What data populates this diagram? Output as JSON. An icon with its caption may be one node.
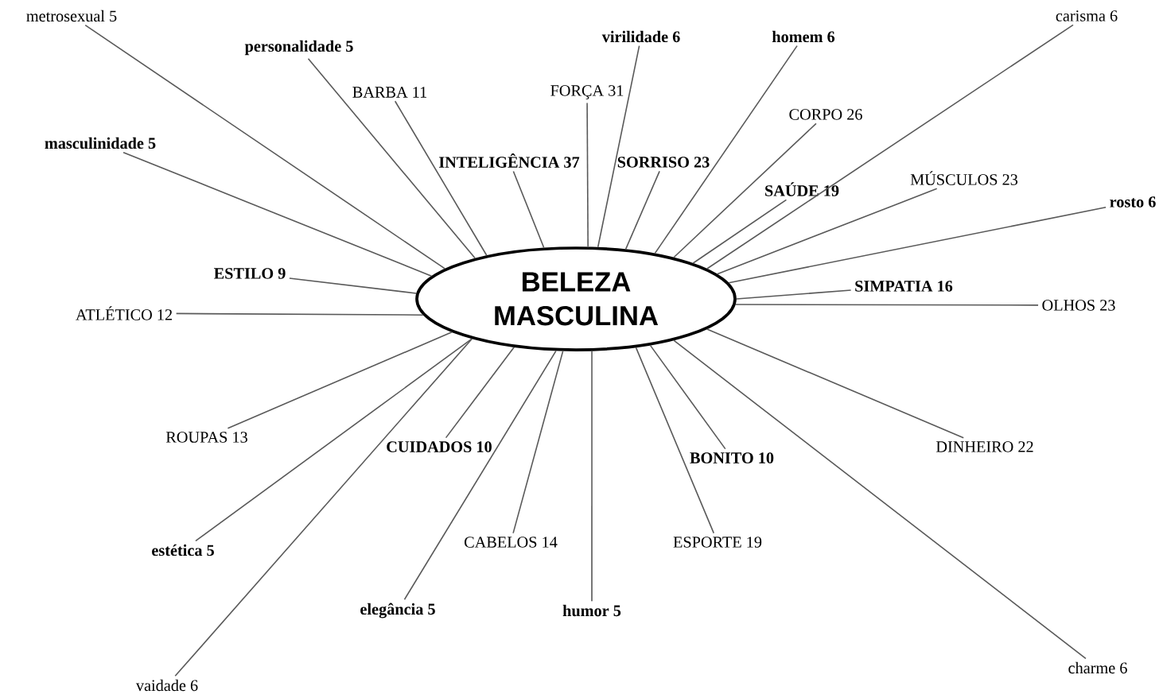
{
  "diagram": {
    "nodes": [
      {
        "text": [
          "BELEZA MASCULINA"
        ]
      },
      {
        "text": [
          "metrosexual  5"
        ]
      },
      {
        "text": [
          "carisma 6"
        ]
      },
      {
        "text": [
          "virilidade 6"
        ]
      },
      {
        "text": [
          "homem 6"
        ]
      },
      {
        "text": [
          "personalidade 5"
        ]
      },
      {
        "text": [
          "BARBA 11"
        ]
      },
      {
        "text": [
          "FORÇA 31"
        ]
      },
      {
        "text": [
          "CORPO  26"
        ]
      },
      {
        "text": [
          "masculinidade 5"
        ]
      },
      {
        "text": [
          "INTELIGÊNCIA 37"
        ]
      },
      {
        "text": [
          "SORRISO 23"
        ]
      },
      {
        "text": [
          "MÚSCULOS 23"
        ]
      },
      {
        "text": [
          "SAÚDE  19"
        ]
      },
      {
        "text": [
          "rosto 6"
        ]
      },
      {
        "text": [
          "ESTILO 9"
        ]
      },
      {
        "text": [
          "SIMPATIA 16"
        ]
      },
      {
        "text": [
          "OLHOS 23"
        ]
      },
      {
        "text": [
          "ATLÉTICO 12"
        ]
      },
      {
        "text": [
          "ROUPAS  13"
        ]
      },
      {
        "text": [
          "CUIDADOS 10"
        ]
      },
      {
        "text": [
          "DINHEIRO 22"
        ]
      },
      {
        "text": [
          "BONITO 10"
        ]
      },
      {
        "text": [
          "CABELOS 14"
        ]
      },
      {
        "text": [
          "ESPORTE 19"
        ]
      },
      {
        "text": [
          "estética  5"
        ]
      },
      {
        "text": [
          "elegância  5"
        ]
      },
      {
        "text": [
          "humor  5"
        ]
      },
      {
        "text": [
          "charme  6"
        ]
      },
      {
        "text": [
          "vaidade 6"
        ]
      }
    ],
    "edges": [
      {
        "from": 1,
        "to": 0,
        "arrow": "none"
      },
      {
        "from": 2,
        "to": 0,
        "arrow": "none"
      },
      {
        "from": 3,
        "to": 0,
        "arrow": "none"
      },
      {
        "from": 4,
        "to": 0,
        "arrow": "none"
      },
      {
        "from": 5,
        "to": 0,
        "arrow": "none"
      },
      {
        "from": 6,
        "to": 0,
        "arrow": "none"
      },
      {
        "from": 7,
        "to": 0,
        "arrow": "none"
      },
      {
        "from": 8,
        "to": 0,
        "arrow": "none"
      },
      {
        "from": 9,
        "to": 0,
        "arrow": "none"
      },
      {
        "from": 10,
        "to": 0,
        "arrow": "none"
      },
      {
        "from": 11,
        "to": 0,
        "arrow": "none"
      },
      {
        "from": 12,
        "to": 0,
        "arrow": "none"
      },
      {
        "from": 13,
        "to": 0,
        "arrow": "none"
      },
      {
        "from": 14,
        "to": 0,
        "arrow": "none"
      },
      {
        "from": 15,
        "to": 0,
        "arrow": "none"
      },
      {
        "from": 16,
        "to": 0,
        "arrow": "none"
      },
      {
        "from": 17,
        "to": 0,
        "arrow": "none"
      },
      {
        "from": 18,
        "to": 0,
        "arrow": "none"
      },
      {
        "from": 19,
        "to": 0,
        "arrow": "none"
      },
      {
        "from": 20,
        "to": 0,
        "arrow": "none"
      },
      {
        "from": 21,
        "to": 0,
        "arrow": "none"
      },
      {
        "from": 22,
        "to": 0,
        "arrow": "none"
      },
      {
        "from": 23,
        "to": 0,
        "arrow": "none"
      },
      {
        "from": 24,
        "to": 0,
        "arrow": "none"
      },
      {
        "from": 25,
        "to": 0,
        "arrow": "none"
      },
      {
        "from": 26,
        "to": 0,
        "arrow": "none"
      },
      {
        "from": 27,
        "to": 0,
        "arrow": "none"
      },
      {
        "from": 28,
        "to": 0,
        "arrow": "none"
      },
      {
        "from": 29,
        "to": 0,
        "arrow": "none"
      }
    ]
  }
}
